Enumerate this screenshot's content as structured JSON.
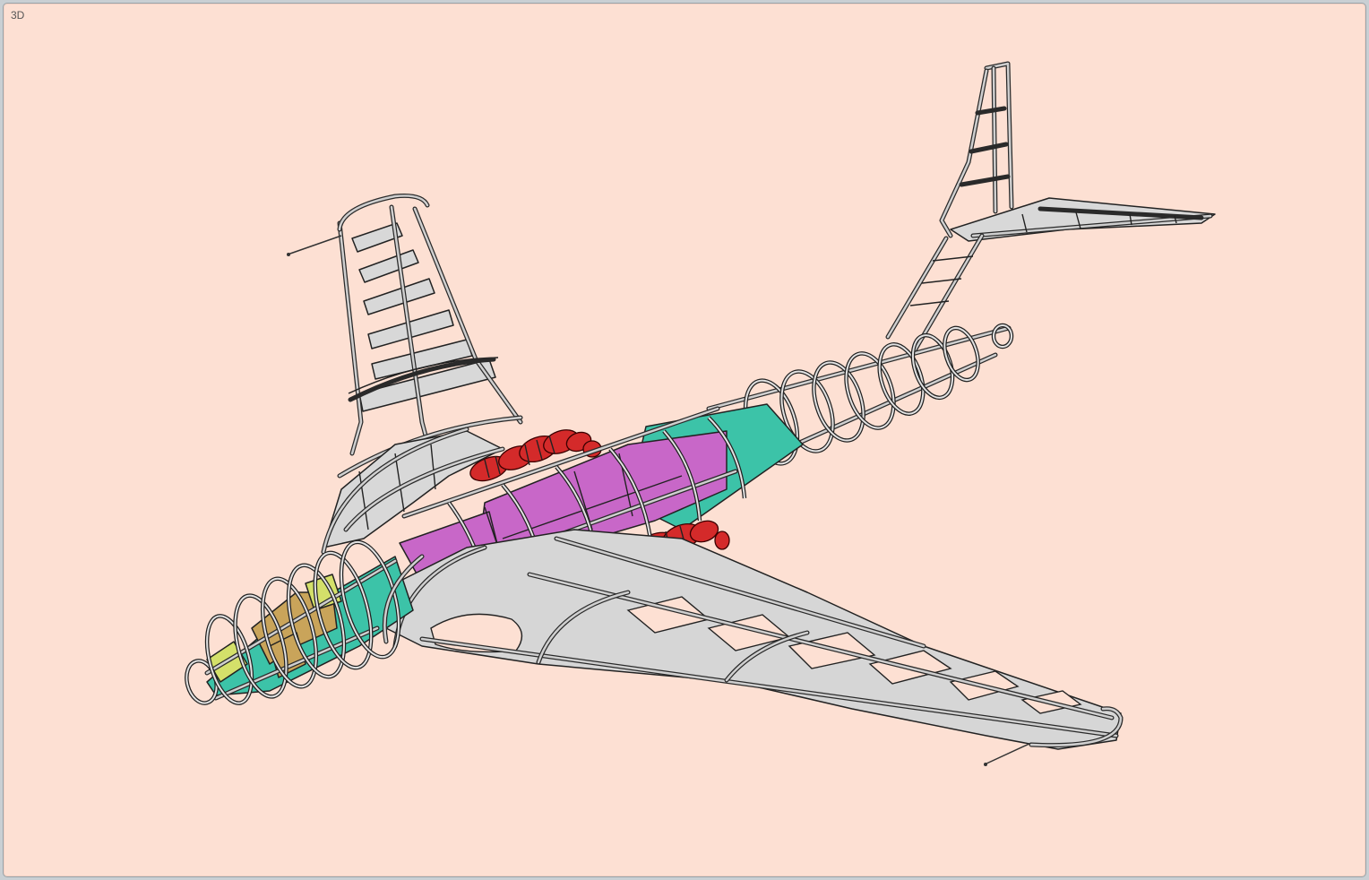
{
  "viewport": {
    "label": "3D",
    "background": "#fde0d3"
  },
  "colors": {
    "structure": "#d2d2d2",
    "structure_light": "#e6e6e6",
    "outline": "#222222",
    "fuel_tank": "#3cc3a8",
    "bomb_bay_box": "#c867c8",
    "engines": "#d42a2a",
    "cockpit_equipment": "#c9a45a",
    "nose_equipment": "#d4e06a"
  },
  "model": {
    "name": "aircraft-airframe",
    "components": [
      "fuselage-frames",
      "port-wing",
      "starboard-wing",
      "fin",
      "tailplane",
      "engines",
      "fuel-tanks",
      "bomb-bay",
      "nose-cone",
      "pitot-probes"
    ]
  }
}
